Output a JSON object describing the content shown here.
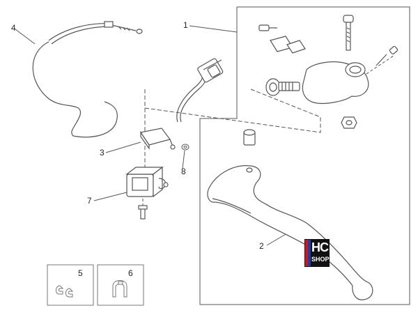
{
  "callouts": {
    "c1": "1",
    "c2": "2",
    "c3": "3",
    "c4": "4",
    "c5": "5",
    "c6": "6",
    "c7": "7",
    "c8": "8"
  },
  "logo": {
    "brand": "HC",
    "sub": "SHOP",
    "colors": {
      "red": "#d0161c",
      "blue": "#1a3fa8",
      "black": "#111111"
    }
  },
  "line_color": "#555555"
}
